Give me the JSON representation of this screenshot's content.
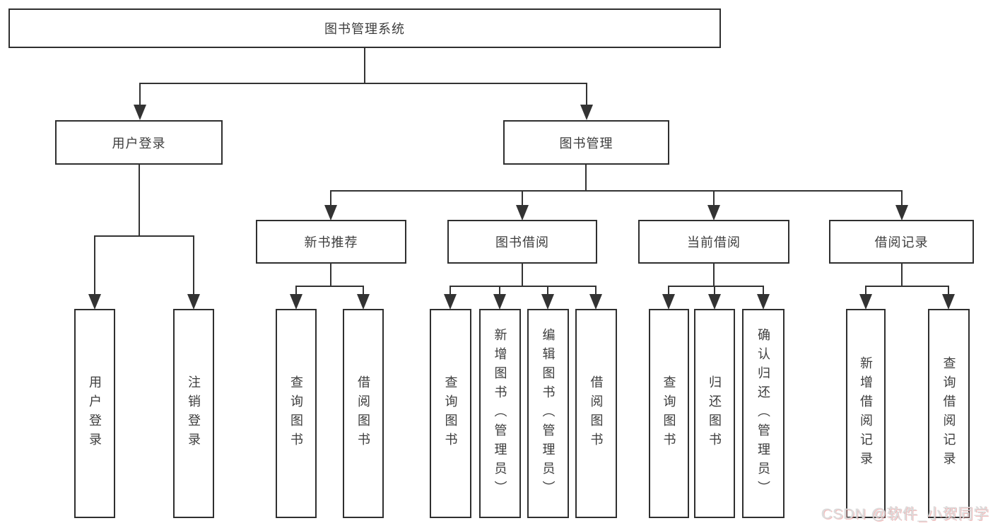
{
  "tree": {
    "label": "图书管理系统",
    "children": [
      {
        "label": "用户登录",
        "leaves": [
          "用户登录",
          "注销登录"
        ]
      },
      {
        "label": "图书管理",
        "children": [
          {
            "label": "新书推荐",
            "leaves": [
              "查询图书",
              "借阅图书"
            ]
          },
          {
            "label": "图书借阅",
            "leaves": [
              "查询图书",
              "新增图书（管理员）",
              "编辑图书（管理员）",
              "借阅图书"
            ]
          },
          {
            "label": "当前借阅",
            "leaves": [
              "查询图书",
              "归还图书",
              "确认归还（管理员）"
            ]
          },
          {
            "label": "借阅记录",
            "leaves": [
              "新增借阅记录",
              "查询借阅记录"
            ]
          }
        ]
      }
    ]
  },
  "watermark": {
    "text": "CSDN @软件_小贺同学"
  },
  "colors": {
    "line": "#333333",
    "box_border": "#2f2f2f",
    "text": "#3d3d3d",
    "background": "#ffffff",
    "watermark_text": "#dcdcdc",
    "watermark_accent": "#e76a6a"
  }
}
